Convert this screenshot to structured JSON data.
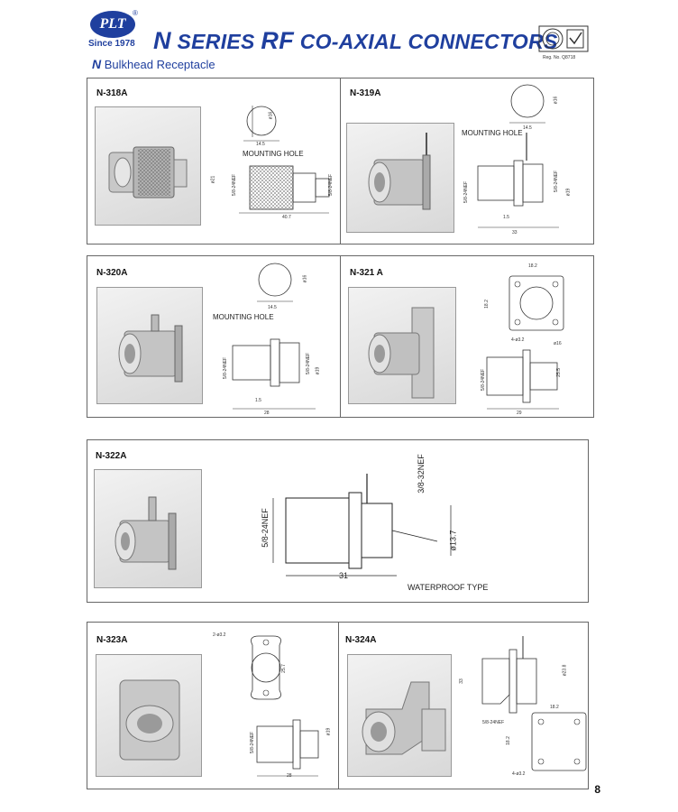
{
  "header": {
    "logo_text": "PLT",
    "logo_registered": "®",
    "since": "Since 1978",
    "title_n": "N",
    "title_series": "SERIES",
    "title_rf": "RF",
    "title_rest": "CO-AXIAL CONNECTORS",
    "subtitle_n": "N",
    "subtitle_rest": "Bulkhead Receptacle",
    "reg_no": "Reg. No. Q8718"
  },
  "panels": [
    {
      "model": "N-318A",
      "note": "MOUNTING HOLE",
      "dims": [
        "ø16",
        "14.5",
        "ø21",
        "5/8-24NEF",
        "5/8-24NEF",
        "40.7"
      ]
    },
    {
      "model": "N-319A",
      "note": "MOUNTING HOLE",
      "dims": [
        "ø16",
        "14.5",
        "5/8-24NEF",
        "5/8-24NEF",
        "ø19",
        "1.5",
        "33"
      ]
    },
    {
      "model": "N-320A",
      "note": "MOUNTING HOLE",
      "dims": [
        "ø16",
        "14.5",
        "5/8-24NEF",
        "5/8-24NEF",
        "ø19",
        "1.5",
        "28"
      ]
    },
    {
      "model": "N-321 A",
      "dims": [
        "18.2",
        "18.2",
        "4-ø3.2",
        "ø16",
        "5/8-24NEF",
        "25.5",
        "29"
      ]
    },
    {
      "model": "N-322A",
      "note": "WATERPROOF TYPE",
      "dims": [
        "5/8-24NEF",
        "3/8-32NEF",
        "ø13.7",
        "31"
      ]
    },
    {
      "model": "N-323A",
      "dims": [
        "2-ø3.2",
        "25.7",
        "5/8-24NEF",
        "ø19",
        "28"
      ]
    },
    {
      "model": "N-324A",
      "dims": [
        "33",
        "ø23.8",
        "5/8-24NEF",
        "18.2",
        "18.2",
        "4-ø3.2"
      ]
    }
  ],
  "page_number": "8",
  "colors": {
    "brand": "#1f3f9e",
    "frame": "#666666"
  }
}
